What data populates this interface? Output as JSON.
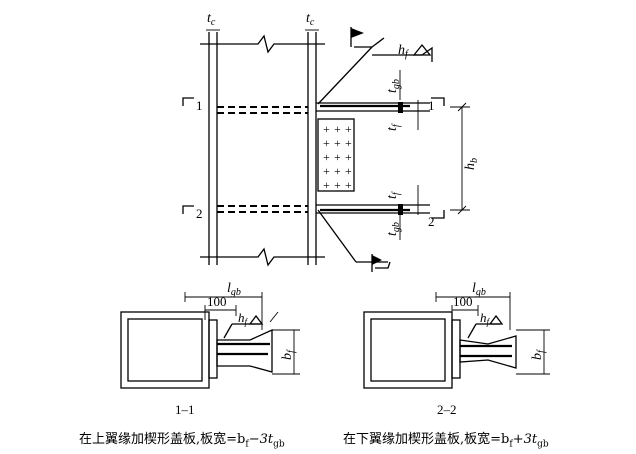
{
  "top_view": {
    "tc_left": "t",
    "tc_left_sub": "c",
    "tc_right": "t",
    "tc_right_sub": "c",
    "hf": "h",
    "hf_sub": "f",
    "tgb_top": "t",
    "tgb_top_sub": "gb",
    "tf_top": "t",
    "tf_top_sub": "f",
    "hb": "h",
    "hb_sub": "b",
    "tf_bottom": "t",
    "tf_bottom_sub": "f",
    "tgb_bottom": "t",
    "tgb_bottom_sub": "gb",
    "sec1_left": "1",
    "sec1_right": "1",
    "sec2_left": "2",
    "sec2_right": "2"
  },
  "section_1": {
    "lgb": "l",
    "lgb_sub": "gb",
    "dim_100": "100",
    "hf": "h",
    "hf_sub": "f",
    "bf": "b",
    "bf_sub": "f",
    "label": "1–1"
  },
  "section_2": {
    "lgb": "l",
    "lgb_sub": "gb",
    "dim_100": "100",
    "hf": "h",
    "hf_sub": "f",
    "bf": "b",
    "bf_sub": "f",
    "label": "2–2"
  },
  "captions": {
    "left": "在上翼缘加楔形盖板,板宽=b",
    "left_sub1": "f",
    "left_mid": "−3t",
    "left_sub2": "gb",
    "right": "在下翼缘加楔形盖板,板宽=b",
    "right_sub1": "f",
    "right_mid": "+3t",
    "right_sub2": "gb"
  }
}
